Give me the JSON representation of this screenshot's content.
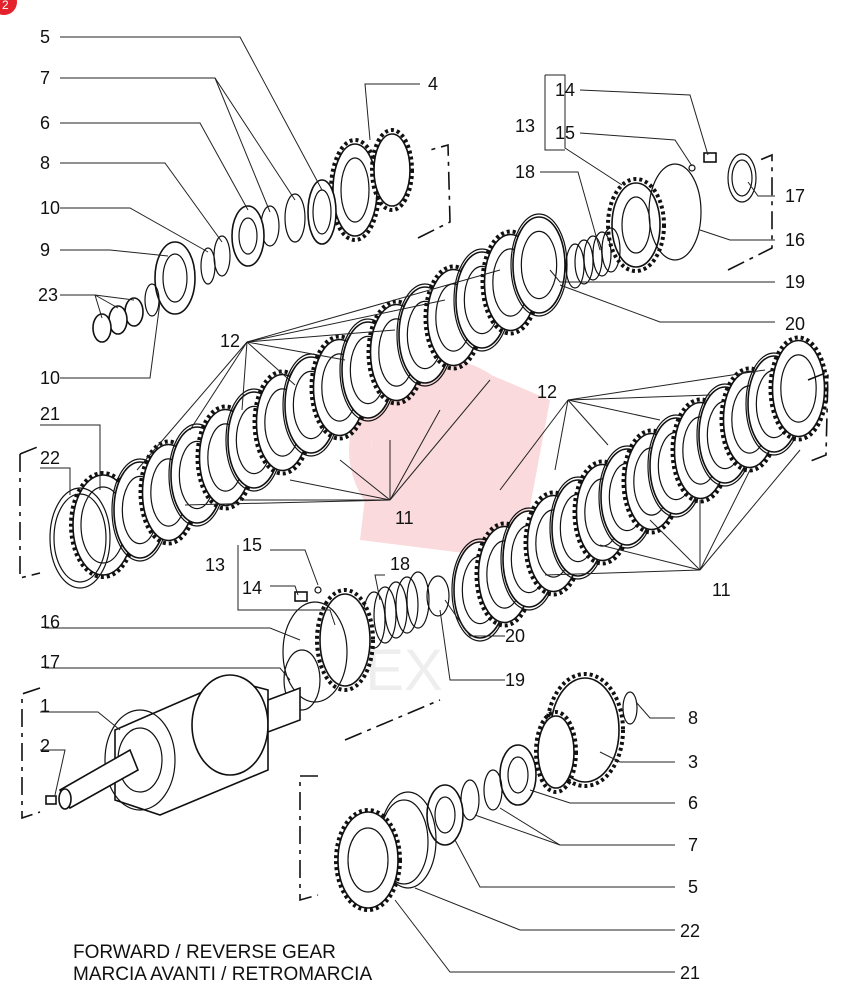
{
  "badge": {
    "text": "2",
    "color": "#e3222b"
  },
  "watermark": {
    "text": "TEX",
    "color": "#e3222b"
  },
  "title": {
    "line1": "FORWARD / REVERSE GEAR",
    "line2": "MARCIA AVANTI /  RETROMARCIA"
  },
  "part_numbers": {
    "p1": "1",
    "p2": "2",
    "p3": "3",
    "p4": "4",
    "p5": "5",
    "p6": "6",
    "p7": "7",
    "p8": "8",
    "p9": "9",
    "p10": "10",
    "p11": "11",
    "p12": "12",
    "p13": "13",
    "p14": "14",
    "p15": "15",
    "p16": "16",
    "p17": "17",
    "p18": "18",
    "p19": "19",
    "p20": "20",
    "p21": "21",
    "p22": "22",
    "p23": "23"
  },
  "icons": [
    "gearbox-exploded-view",
    "clutch-disc",
    "gear",
    "bearing",
    "snap-ring",
    "spring",
    "shaft"
  ]
}
